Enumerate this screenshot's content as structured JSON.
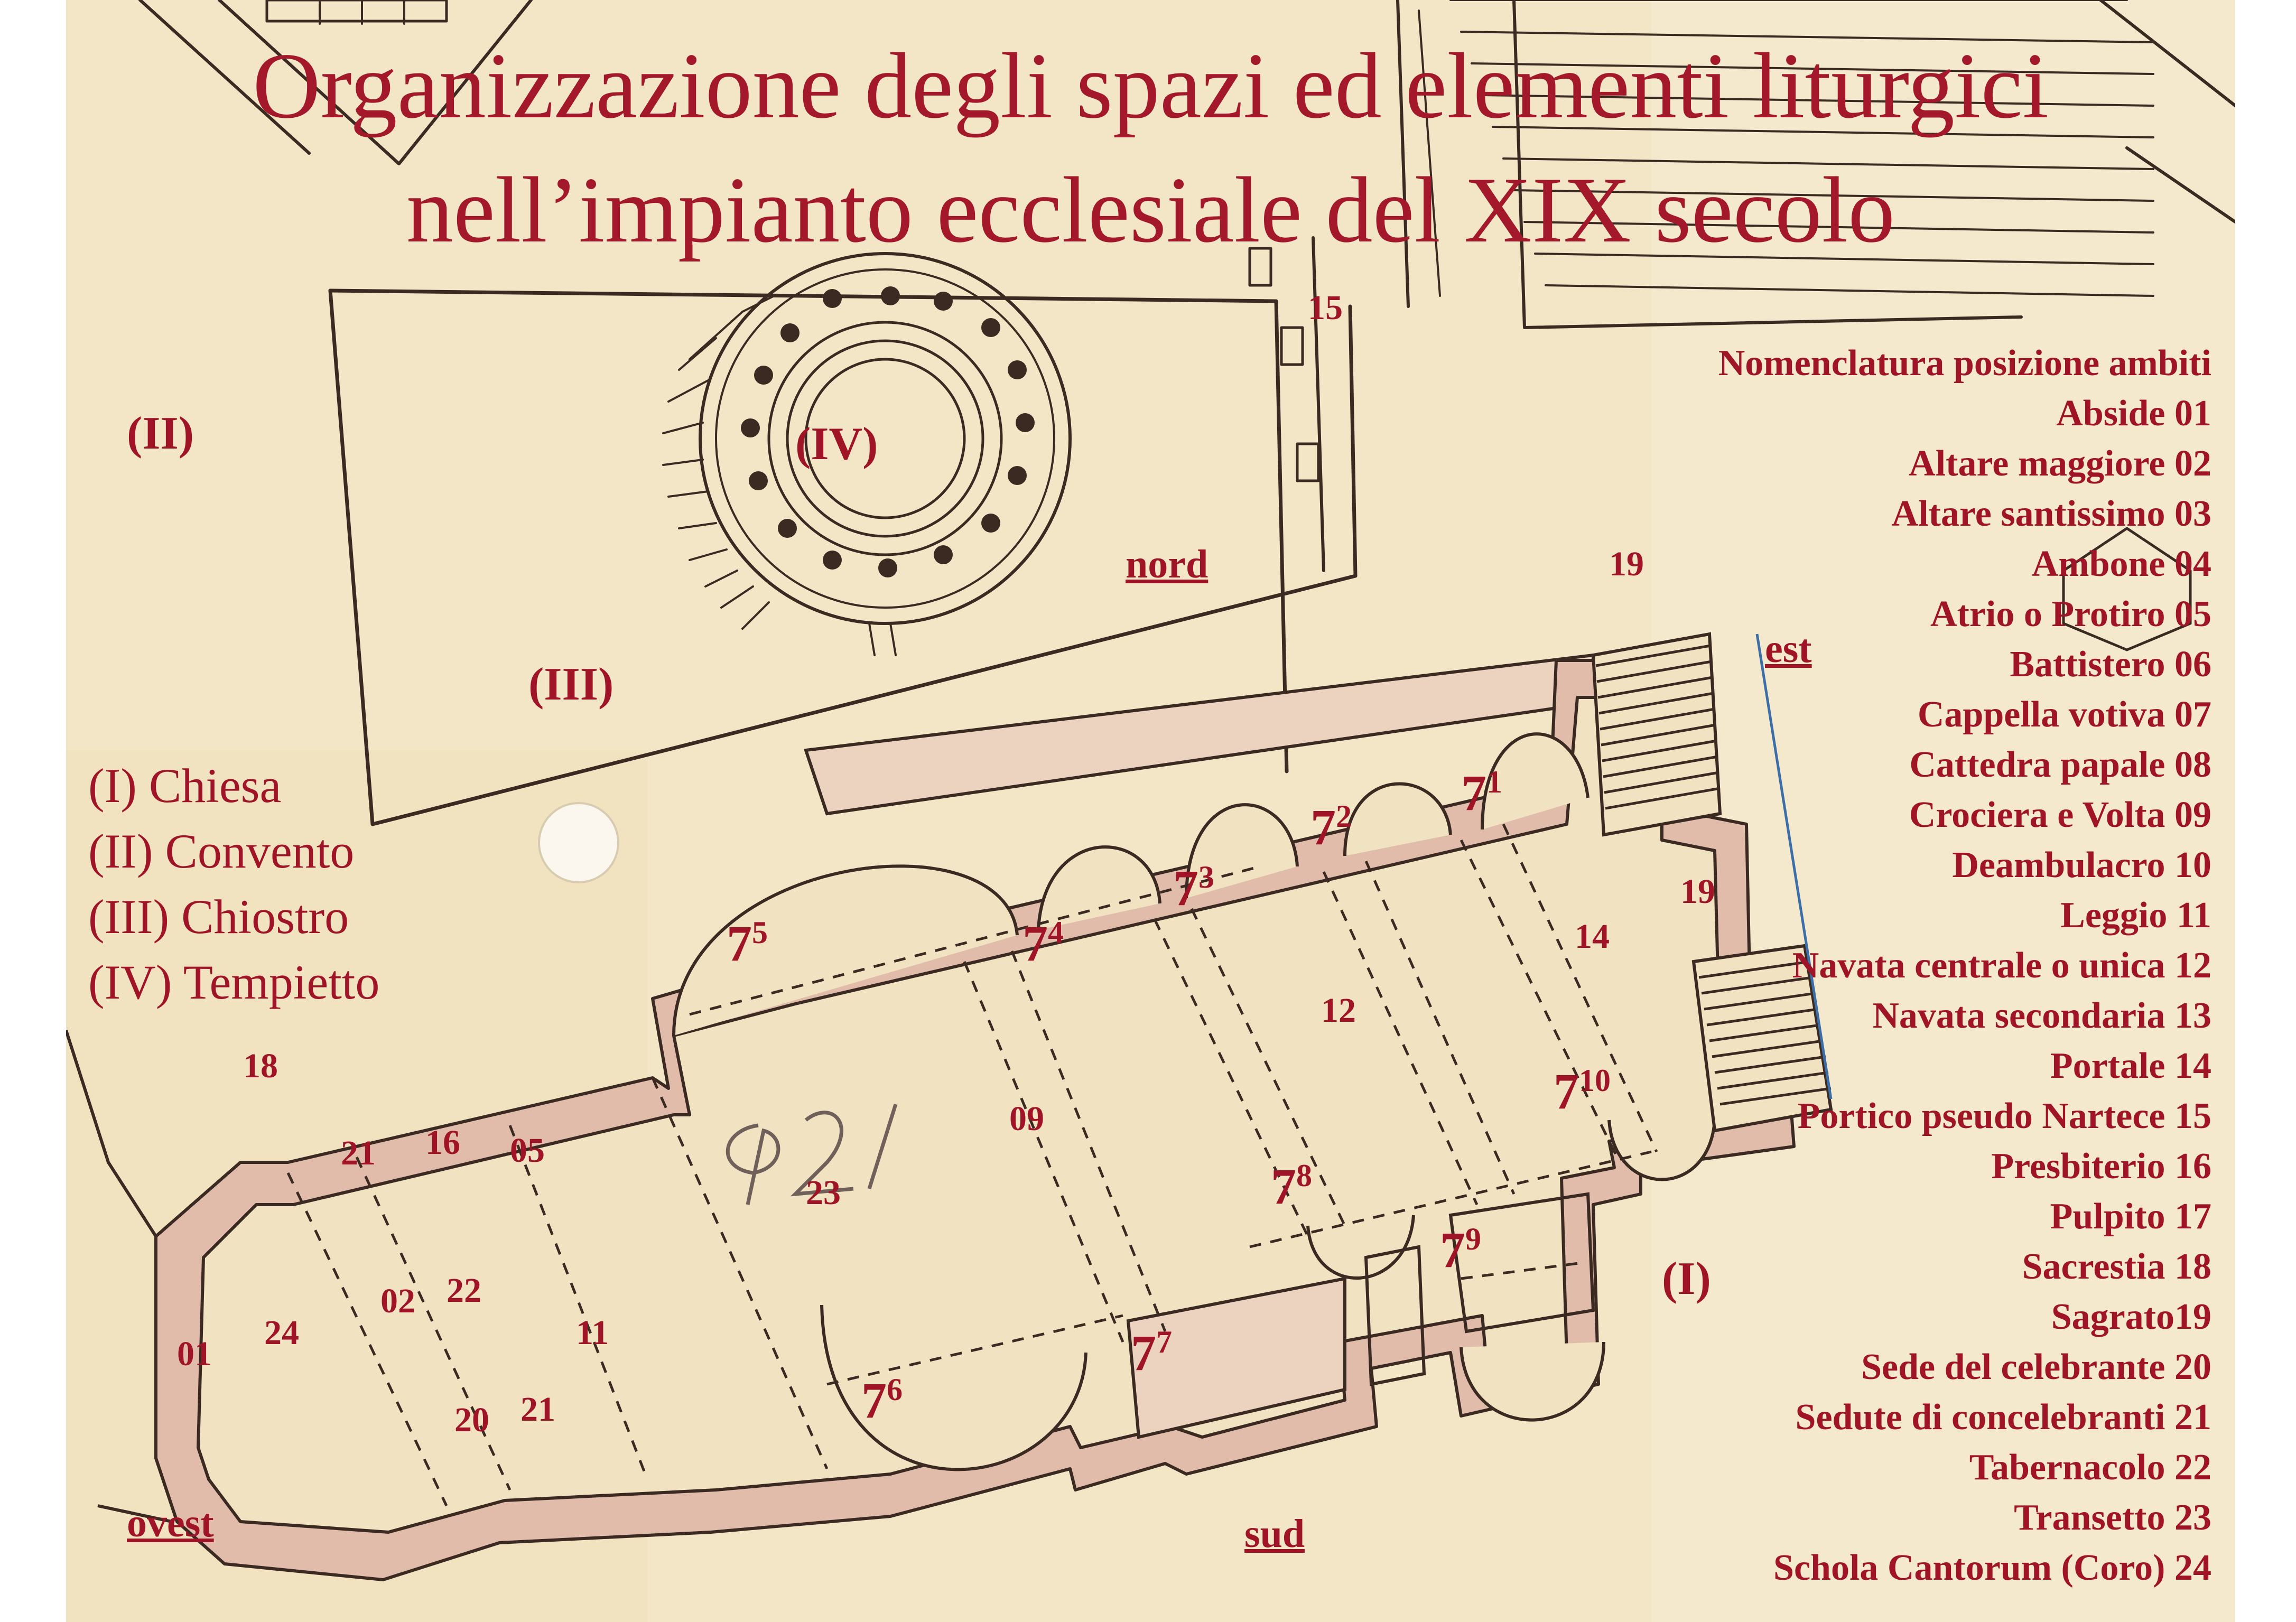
{
  "title": {
    "line1": "Organizzazione degli spazi ed elementi liturgici",
    "line2": "nell’impianto ecclesiale del XIX secolo"
  },
  "legend": {
    "heading": "Nomenclatura posizione ambiti",
    "items": [
      "Abside 01",
      "Altare maggiore 02",
      "Altare santissimo 03",
      "Ambone 04",
      "Atrio o Protiro 05",
      "Battistero 06",
      "Cappella votiva 07",
      "Cattedra papale 08",
      "Crociera e Volta 09",
      "Deambulacro 10",
      "Leggio 11",
      "Navata centrale o unica 12",
      "Navata secondaria 13",
      "Portale 14",
      "Portico pseudo Nartece 15",
      "Presbiterio 16",
      "Pulpito 17",
      "Sacrestia 18",
      "Sagrato19",
      "Sede del celebrante 20",
      "Sedute di concelebranti 21",
      "Tabernacolo 22",
      "Transetto 23",
      "Schola Cantorum (Coro) 24"
    ]
  },
  "sections": [
    "(I)  Chiesa",
    "(II)  Convento",
    "(III)  Chiostro",
    "(IV) Tempietto"
  ],
  "directions": {
    "north": "nord",
    "east": "est",
    "south": "sud",
    "west": "ovest"
  },
  "plan_labels": {
    "II": "(II)",
    "IV": "(IV)",
    "III": "(III)",
    "I": "(I)",
    "n15": "15",
    "n19a": "19",
    "n19b": "19",
    "n14": "14",
    "n12": "12",
    "n09": "09",
    "n23": "23",
    "n18": "18",
    "n21a": "21",
    "n16": "16",
    "n05": "05",
    "n02": "02",
    "n22": "22",
    "n24": "24",
    "n01": "01",
    "n11": "11",
    "n20": "20",
    "n21b": "21",
    "handwritten_note": "921"
  },
  "chapels": [
    {
      "base": "7",
      "sup": "1"
    },
    {
      "base": "7",
      "sup": "2"
    },
    {
      "base": "7",
      "sup": "3"
    },
    {
      "base": "7",
      "sup": "4"
    },
    {
      "base": "7",
      "sup": "5"
    },
    {
      "base": "7",
      "sup": "6"
    },
    {
      "base": "7",
      "sup": "7"
    },
    {
      "base": "7",
      "sup": "8"
    },
    {
      "base": "7",
      "sup": "9"
    },
    {
      "base": "7",
      "sup": "10"
    }
  ],
  "colors": {
    "label_red": "#a01428",
    "paper": "#f3e6c6",
    "ink": "#3a2a22",
    "wall_fill": "#e2bcab"
  }
}
